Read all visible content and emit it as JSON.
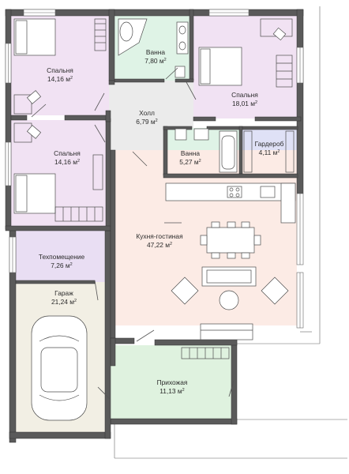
{
  "plan": {
    "rooms": [
      {
        "id": "bedroom-nw",
        "name": "Спальня",
        "area": "14,16",
        "unit": "м",
        "sup": "2",
        "color": "#f1e2f3"
      },
      {
        "id": "bath-north",
        "name": "Ванна",
        "area": "7,80",
        "unit": "м",
        "sup": "2",
        "color": "#dff3e6"
      },
      {
        "id": "bedroom-ne",
        "name": "Спальня",
        "area": "18,01",
        "unit": "м",
        "sup": "2",
        "color": "#f1e2f3"
      },
      {
        "id": "hall",
        "name": "Холл",
        "area": "6,79",
        "unit": "м",
        "sup": "2",
        "color": "#ebebeb"
      },
      {
        "id": "bedroom-w",
        "name": "Спальня",
        "area": "14,16",
        "unit": "м",
        "sup": "2",
        "color": "#f1e2f3"
      },
      {
        "id": "bath-mid",
        "name": "Ванна",
        "area": "5,27",
        "unit": "м",
        "sup": "2",
        "color": "#dff3e6"
      },
      {
        "id": "wardrobe",
        "name": "Гардероб",
        "area": "4,11",
        "unit": "м",
        "sup": "2",
        "color": "#dfe1f6"
      },
      {
        "id": "kitchen-living",
        "name": "Кухня-гостиная",
        "area": "47,22",
        "unit": "м",
        "sup": "2",
        "color": "#fcebe5"
      },
      {
        "id": "tech-room",
        "name": "Техпомещение",
        "area": "7,26",
        "unit": "м",
        "sup": "2",
        "color": "#e9def3"
      },
      {
        "id": "garage",
        "name": "Гараж",
        "area": "21,24",
        "unit": "м",
        "sup": "2",
        "color": "#f2efe4"
      },
      {
        "id": "entrance",
        "name": "Прихожая",
        "area": "11,13",
        "unit": "м",
        "sup": "2",
        "color": "#dff2df"
      }
    ],
    "wall_color": "#5a5a5a",
    "wall_outline": "#333333"
  }
}
